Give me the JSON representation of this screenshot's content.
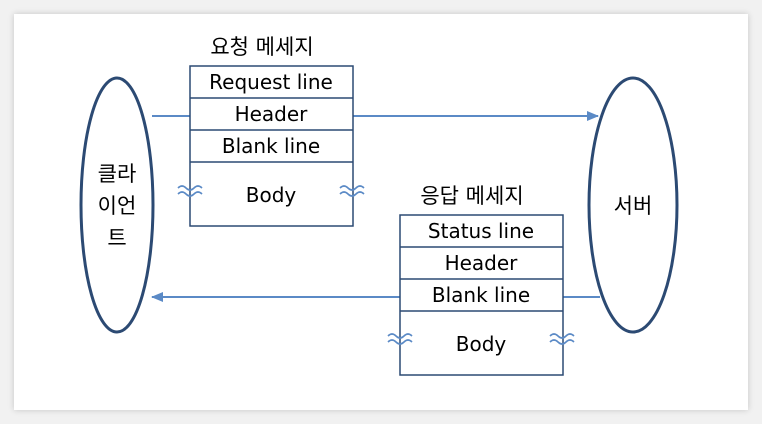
{
  "client": {
    "label_line1": "클라",
    "label_line2": "이언",
    "label_line3": "트"
  },
  "server": {
    "label": "서버"
  },
  "request_message": {
    "title": "요청 메세지",
    "rows": [
      "Request line",
      "Header",
      "Blank line",
      "Body"
    ]
  },
  "response_message": {
    "title": "응답 메세지",
    "rows": [
      "Status line",
      "Header",
      "Blank line",
      "Body"
    ]
  },
  "colors": {
    "ellipse_stroke": "#2c4a73",
    "arrow": "#5b8ac6",
    "box_border": "#2c4a73",
    "squiggle": "#5b8ac6"
  }
}
